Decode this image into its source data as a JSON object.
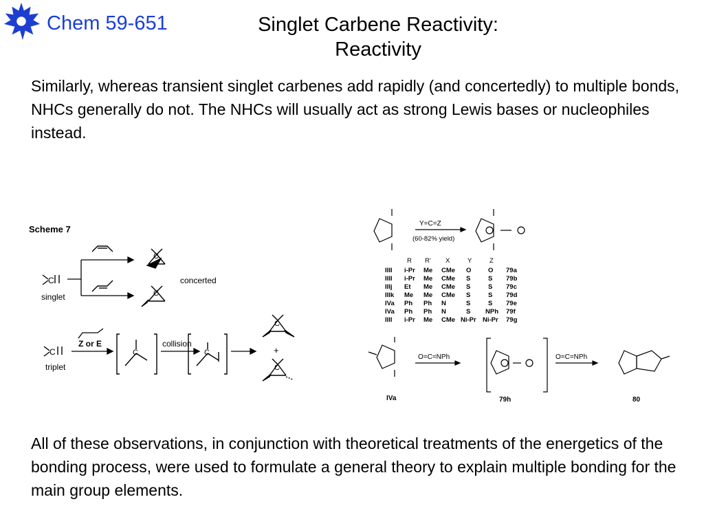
{
  "header": {
    "course": "Chem 59-651",
    "title_line1": "Singlet Carbene Reactivity:",
    "title_line2": "Reactivity"
  },
  "intro_text": "Similarly, whereas transient singlet carbenes add rapidly (and concertedly) to multiple bonds, NHCs generally do not.  The NHCs will usually act as strong Lewis bases or nucleophiles instead.",
  "scheme7": {
    "label": "Scheme 7",
    "carbon": "C",
    "singlet": "singlet",
    "triplet": "triplet",
    "concerted": "concerted",
    "z_or_e": "Z or E",
    "collision": "collision",
    "plus": "+"
  },
  "reaction_scheme": {
    "reagent_top": "Y=C=Z",
    "yield": "(60-82% yield)",
    "headers": [
      "R",
      "R'",
      "X",
      "Y",
      "Z",
      ""
    ],
    "rows": [
      {
        "id": "IIII",
        "cells": [
          "i-Pr",
          "Me",
          "CMe",
          "O",
          "O",
          "79a"
        ]
      },
      {
        "id": "IIII",
        "cells": [
          "i-Pr",
          "Me",
          "CMe",
          "S",
          "S",
          "79b"
        ]
      },
      {
        "id": "IIIj",
        "cells": [
          "Et",
          "Me",
          "CMe",
          "S",
          "S",
          "79c"
        ]
      },
      {
        "id": "IIIk",
        "cells": [
          "Me",
          "Me",
          "CMe",
          "S",
          "S",
          "79d"
        ]
      },
      {
        "id": "IVa",
        "cells": [
          "Ph",
          "Ph",
          "N",
          "S",
          "S",
          "79e"
        ]
      },
      {
        "id": "IVa",
        "cells": [
          "Ph",
          "Ph",
          "N",
          "S",
          "NPh",
          "79f"
        ]
      },
      {
        "id": "IIIl",
        "cells": [
          "i-Pr",
          "Me",
          "CMe",
          "Ni-Pr",
          "Ni-Pr",
          "79g"
        ]
      }
    ],
    "reagent_bottom": "O=C=NPh",
    "label_start": "IVa",
    "label_mid": "79h",
    "label_end": "80"
  },
  "closing_text": "All of these observations, in conjunction with theoretical treatments of the energetics of the bonding process, were used to formulate a general theory to explain multiple bonding for the main group elements."
}
